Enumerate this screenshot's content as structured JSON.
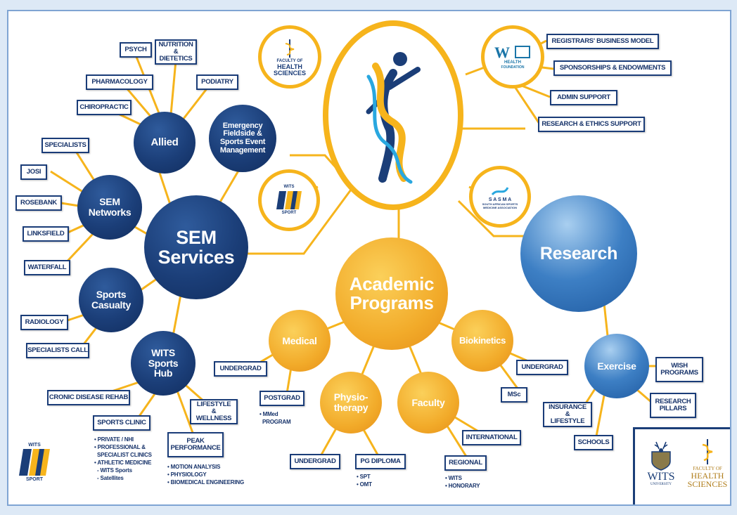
{
  "hub": {
    "logos": {
      "faculty": [
        "FACULTY OF",
        "HEALTH",
        "SCIENCES"
      ],
      "wits_sport": [
        "WITS",
        "SPORT"
      ],
      "sasma": [
        "S A S M A",
        "SOUTH AFRICAN SPORTS",
        "MEDICINE ASSOCIATION"
      ],
      "wits_health": [
        "HEALTH",
        "FOUNDATION"
      ]
    }
  },
  "circles": {
    "sem_services": "SEM Services",
    "allied": "Allied",
    "emergency": "Emergency Fieldside & Sports Event Management",
    "sem_networks": "SEM Networks",
    "sports_casualty": "Sports Casualty",
    "wits_sports_hub": "WITS Sports Hub",
    "academic_programs": "Academic Programs",
    "medical": "Medical",
    "physiotherapy": "Physio- therapy",
    "faculty": "Faculty",
    "biokinetics": "Biokinetics",
    "research": "Research",
    "exercise": "Exercise"
  },
  "boxes": {
    "psych": "PSYCH",
    "nutrition": "NUTRITION & DIETETICS",
    "pharmacology": "PHARMACOLOGY",
    "podiatry": "PODIATRY",
    "chiropractic": "CHIROPRACTIC",
    "specialists": "SPECIALISTS",
    "josi": "JOSI",
    "rosebank": "ROSEBANK",
    "linksfield": "LINKSFIELD",
    "waterfall": "WATERFALL",
    "radiology": "RADIOLOGY",
    "specialists_call": "SPECIALISTS CALL",
    "cronic_disease_rehab": "CRONIC DISEASE REHAB",
    "sports_clinic": "SPORTS CLINIC",
    "lifestyle_wellness": "LIFESTYLE & WELLNESS",
    "peak_performance": "PEAK PERFORMANCE",
    "registrars": "REGISTRARS' BUSINESS MODEL",
    "sponsorships": "SPONSORSHIPS & ENDOWMENTS",
    "admin_support": "ADMIN SUPPORT",
    "research_ethics": "RESEARCH & ETHICS SUPPORT",
    "undergrad_medical": "UNDERGRAD",
    "postgrad": "POSTGRAD",
    "undergrad_physio": "UNDERGRAD",
    "pg_diploma": "PG DIPLOMA",
    "regional": "REGIONAL",
    "international": "INTERNATIONAL",
    "undergrad_bio": "UNDERGRAD",
    "msc": "MSc",
    "wish_programs": "WISH PROGRAMS",
    "research_pillars": "RESEARCH PILLARS",
    "insurance": "INSURANCE & LIFESTYLE",
    "schools": "SCHOOLS"
  },
  "lists": {
    "sports_clinic": [
      "• PRIVATE / NHI",
      "• PROFESSIONAL &",
      "  SPECIALIST CLINICS",
      "• ATHLETIC MEDICINE",
      "  - WITS Sports",
      "  - Satellites"
    ],
    "peak_performance": [
      "• MOTION ANALYSIS",
      "• PHYSIOLOGY",
      "• BIOMEDICAL ENGINEERING"
    ],
    "postgrad": [
      "• MMed",
      "  PROGRAM"
    ],
    "pg_diploma": [
      "• SPT",
      "• OMT"
    ],
    "regional": [
      "• WITS",
      "• HONORARY"
    ]
  },
  "corner_logos": {
    "wits_university": [
      "WITS",
      "UNIVERSITY"
    ],
    "faculty": [
      "FACULTY OF",
      "HEALTH",
      "SCIENCES"
    ]
  },
  "bottom_left_logo": [
    "WITS",
    "SPORT"
  ],
  "colors": {
    "navy": "#1b3e78",
    "gold": "#f6b41c",
    "blue": "#3d7fc4",
    "light_blue": "#29a7df"
  }
}
